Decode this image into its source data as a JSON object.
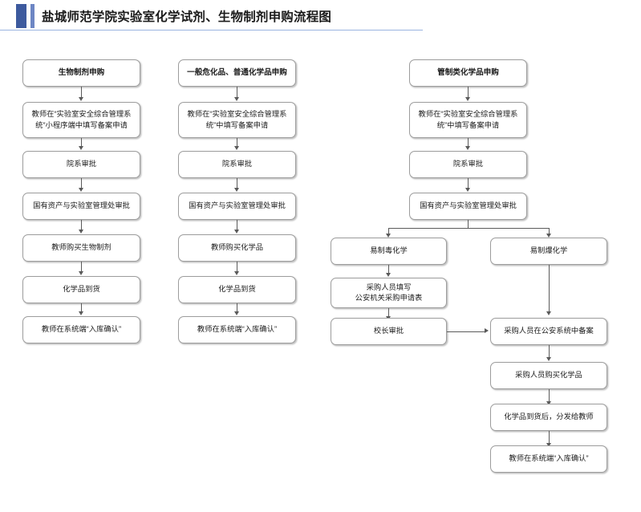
{
  "header": {
    "title": "盐城师范学院实验室化学试剂、生物制剂申购流程图",
    "accent_dark": "#3d5a9e",
    "accent_light": "#6d86c4",
    "rule_color": "#9ab4e0"
  },
  "diagram": {
    "node_border_color": "#9d9d9d",
    "node_fill_color": "#ffffff",
    "connector_color": "#5a5a5a",
    "columns": [
      {
        "id": "biological-reagent",
        "heading": "生物制剂申购",
        "steps": [
          "生物制剂申购",
          "教师在“实验室安全综合管理系\n统”小程序端中填写备案申请",
          "院系审批",
          "国有资产与实验室管理处审批",
          "教师购买生物制剂",
          "化学品到货",
          "教师在系统端“入库确认”"
        ]
      },
      {
        "id": "general-hazardous",
        "heading": "一般危化品、普通化学品申购",
        "steps": [
          "一般危化品、普通化学品申购",
          "教师在“实验室安全综合管理系\n统”中填写备案申请",
          "院系审批",
          "国有资产与实验室管理处审批",
          "教师购买化学品",
          "化学品到货",
          "教师在系统端“入库确认”"
        ]
      },
      {
        "id": "controlled-chemical",
        "heading": "管制类化学品申购",
        "steps": [
          "管制类化学品申购",
          "教师在“实验室安全综合管理系\n统”中填写备案申请",
          "院系审批",
          "国有资产与实验室管理处审批"
        ],
        "branch_left": {
          "label": "易制毒化学",
          "steps": [
            "易制毒化学",
            "采购人员填写\n公安机关采购申请表",
            "校长审批"
          ]
        },
        "branch_right": {
          "label": "易制爆化学",
          "steps": [
            "易制爆化学"
          ]
        },
        "merged_steps": [
          "采购人员在公安系统中备案",
          "采购人员购买化学品",
          "化学品到货后，分发给教师",
          "教师在系统端“入库确认”"
        ]
      }
    ]
  }
}
